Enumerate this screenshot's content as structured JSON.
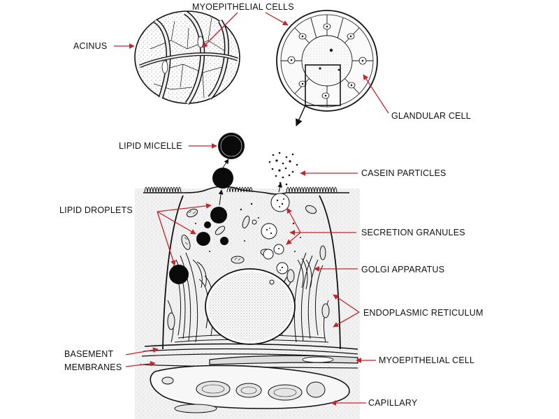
{
  "labels": {
    "myoepithelial_cells": "MYOEPITHELIAL CELLS",
    "acinus": "ACINUS",
    "glandular_cell": "GLANDULAR CELL",
    "lipid_micelle": "LIPID MICELLE",
    "casein_particles": "CASEIN PARTICLES",
    "lipid_droplets": "LIPID DROPLETS",
    "secretion_granules": "SECRETION GRANULES",
    "golgi_apparatus": "GOLGI APPARATUS",
    "endoplasmic_reticulum": "ENDOPLASMIC RETICULUM",
    "basement_membranes_line1": "BASEMENT",
    "basement_membranes_line2": "MEMBRANES",
    "myoepithelial_cell": "MYOEPITHELIAL CELL",
    "capillary": "CAPILLARY"
  },
  "colors": {
    "arrow": "#c0262b",
    "ink": "#111111",
    "stipple_bg": "#f3f3f3",
    "background": "#ffffff"
  }
}
